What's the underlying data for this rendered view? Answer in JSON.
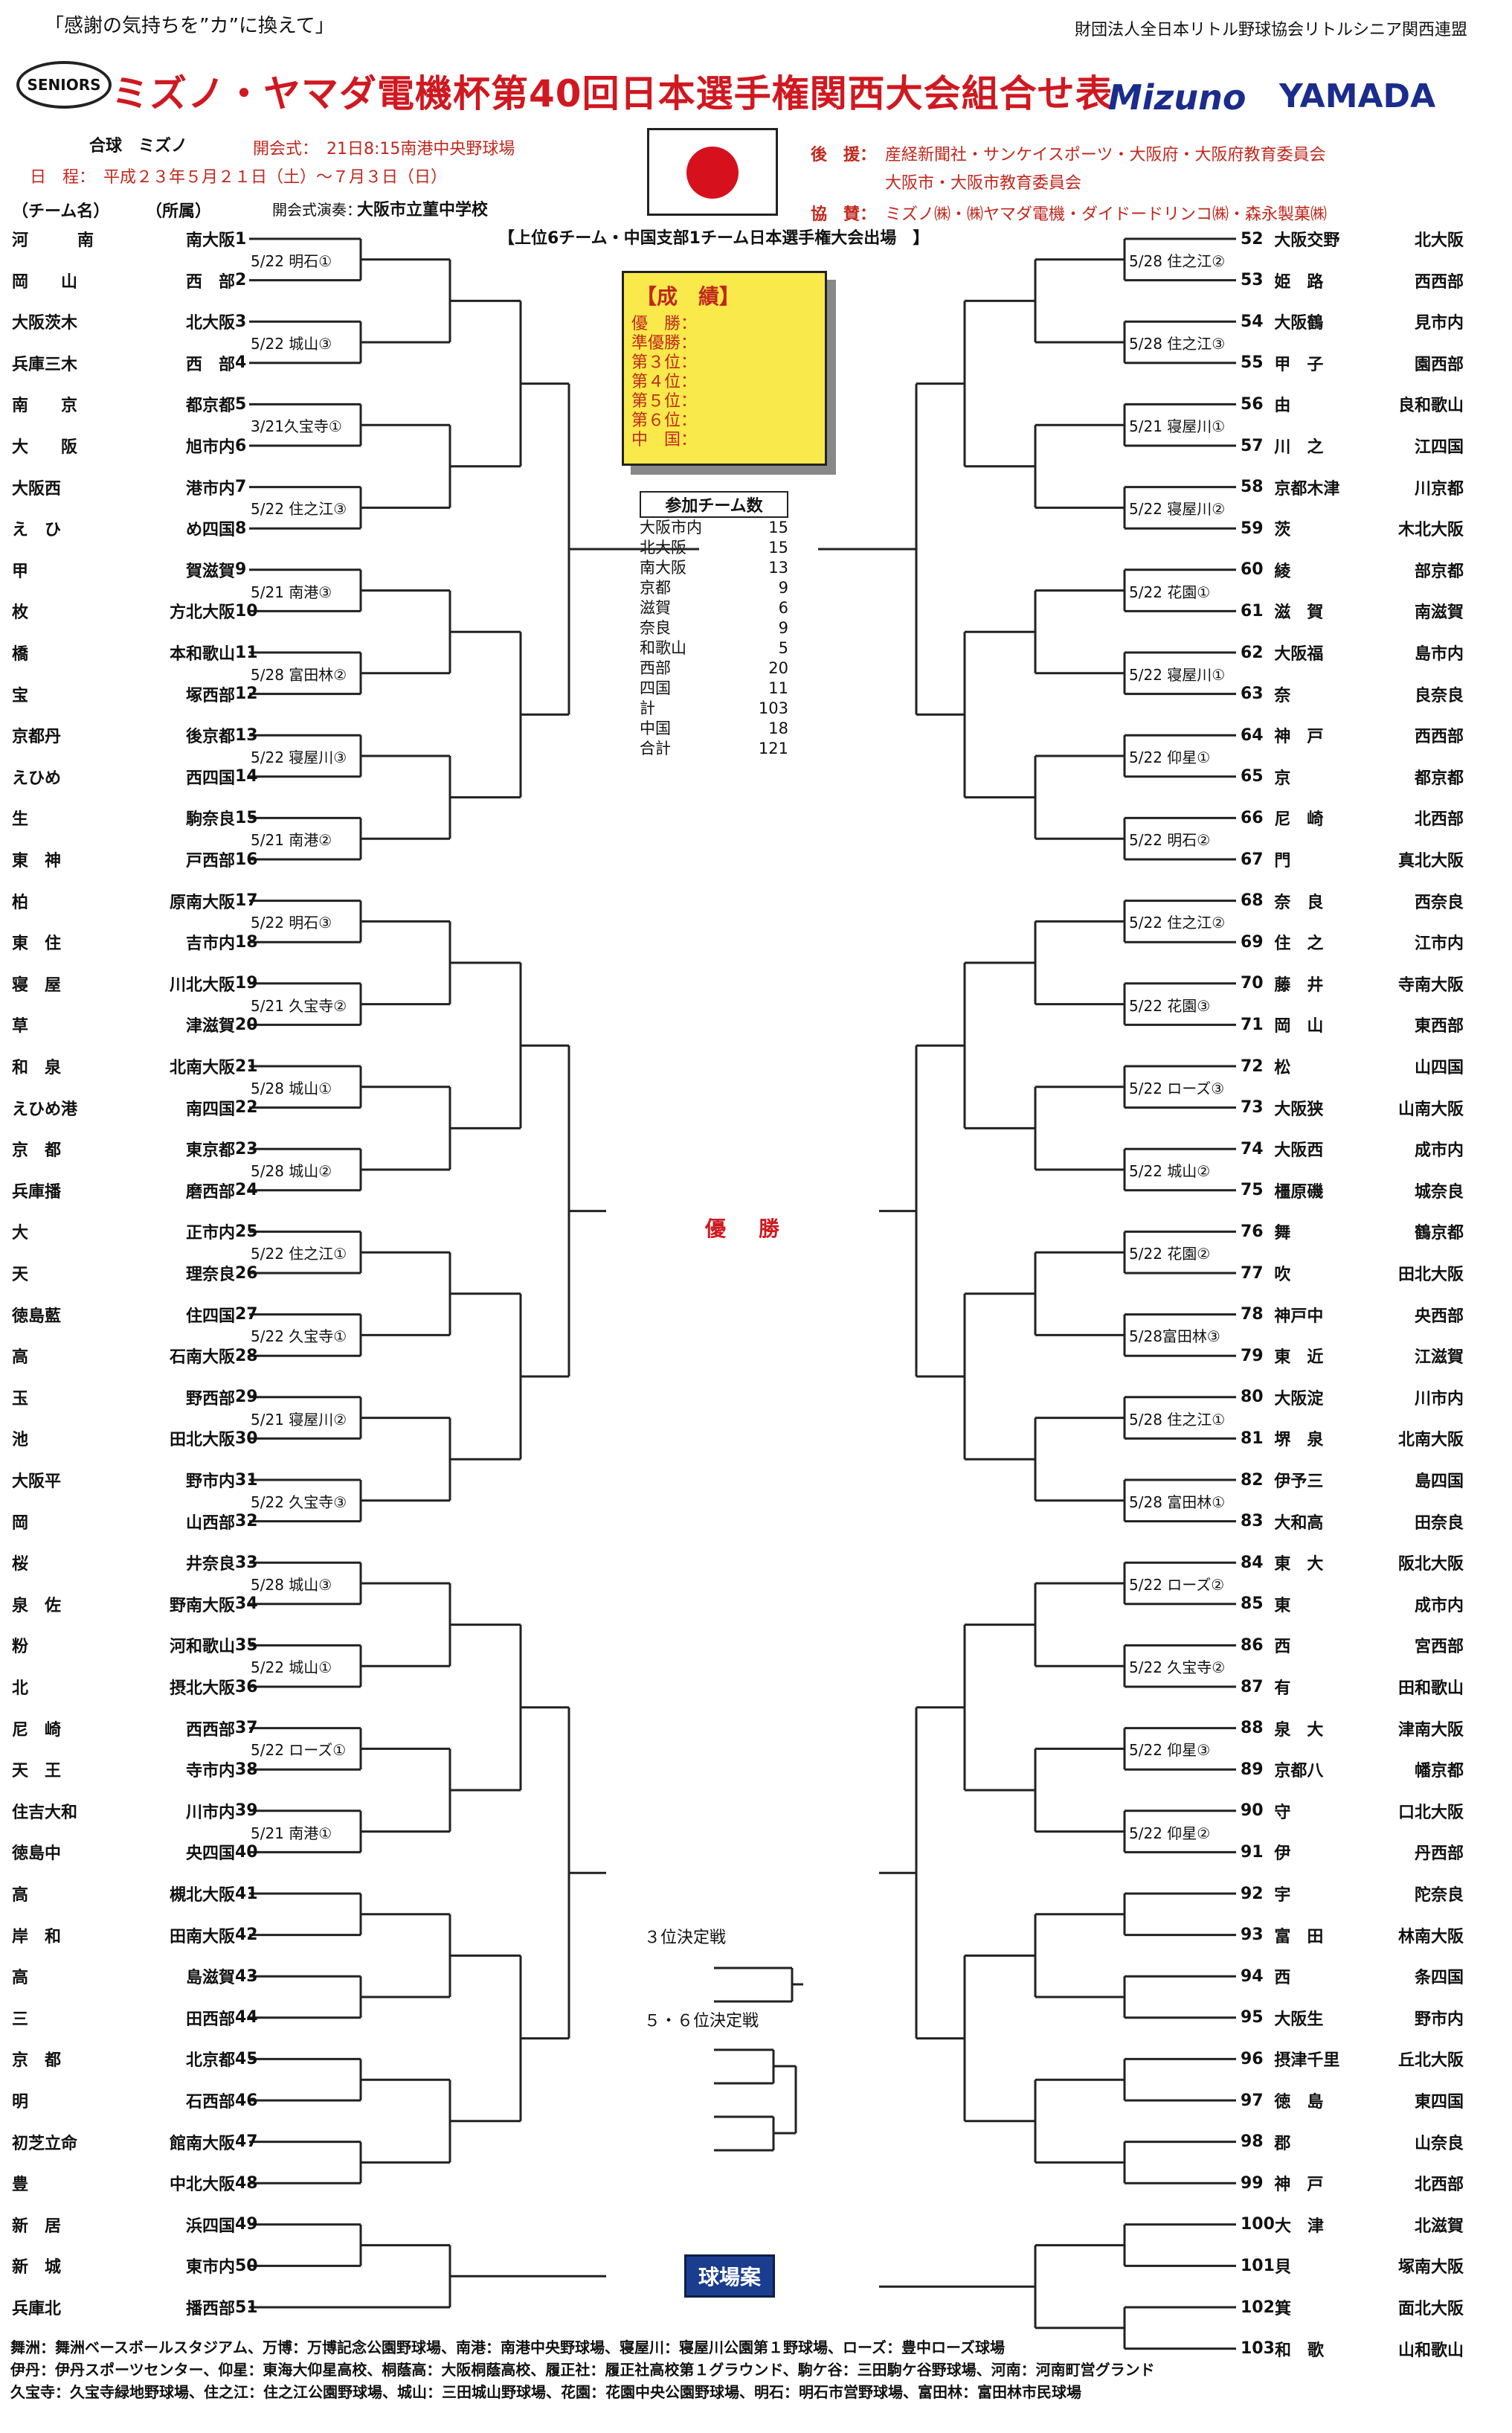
{
  "header": {
    "slogan": "「感謝の気持ちを”カ”に換えて」",
    "association": "財団法人全日本リトル野球協会リトルシニア関西連盟",
    "logo_text": "SENIORS",
    "title": "ミズノ・ヤマダ電機杯第40回日本選手権関西大会組合せ表",
    "brand1": "Mizuno",
    "brand2": "YAMADA",
    "ball": "合球　ミズノ",
    "opening": "開会式：　21日8:15南港中央野球場",
    "schedule": "日　程：　平成２３年５月２１日（土）～７月３日（日）",
    "opening_performance_label": "開会式演奏：",
    "opening_performance": "大阪市立菫中学校",
    "support_label": "後　援：",
    "support1": "産経新聞社・サンケイスポーツ・大阪府・大阪府教育委員会",
    "support2": "大阪市・大阪市教育委員会",
    "cosponsor_label": "協　賛：",
    "cosponsor": "ミズノ㈱・㈱ヤマダ電機・ダイドードリンコ㈱・森永製菓㈱",
    "col_team": "（チーム名）",
    "col_aff": "（所属）",
    "qualify": "【上位6チーム・中国支部1チーム日本選手権大会出場　】"
  },
  "results": {
    "title": "【成　績】",
    "lines": [
      "優　勝：",
      "準優勝：",
      "第３位：",
      "第４位：",
      "第５位：",
      "第６位：",
      "中　国："
    ]
  },
  "counts": {
    "title": "参加チーム数",
    "rows": [
      [
        "大阪市内",
        "15"
      ],
      [
        "北大阪",
        "15"
      ],
      [
        "南大阪",
        "13"
      ],
      [
        "京都",
        "9"
      ],
      [
        "滋賀",
        "6"
      ],
      [
        "奈良",
        "9"
      ],
      [
        "和歌山",
        "5"
      ],
      [
        "西部",
        "20"
      ],
      [
        "四国",
        "11"
      ],
      [
        "計",
        "103"
      ],
      [
        "中国",
        "18"
      ],
      [
        "合計",
        "121"
      ]
    ]
  },
  "left_teams": [
    [
      "河　　　南",
      "南大阪",
      "1"
    ],
    [
      "岡　　山",
      "西　部",
      "2"
    ],
    [
      "大阪茨木",
      "北大阪",
      "3"
    ],
    [
      "兵庫三木",
      "西　部",
      "4"
    ],
    [
      "南　　京",
      "都京都",
      "5"
    ],
    [
      "大　　阪",
      "旭市内",
      "6"
    ],
    [
      "大阪西",
      "港市内",
      "7"
    ],
    [
      "え　ひ",
      "め四国",
      "8"
    ],
    [
      "甲",
      "賀滋賀",
      "9"
    ],
    [
      "枚",
      "方北大阪",
      "10"
    ],
    [
      "橋",
      "本和歌山",
      "11"
    ],
    [
      "宝",
      "塚西部",
      "12"
    ],
    [
      "京都丹",
      "後京都",
      "13"
    ],
    [
      "えひめ",
      "西四国",
      "14"
    ],
    [
      "生",
      "駒奈良",
      "15"
    ],
    [
      "東　神",
      "戸西部",
      "16"
    ],
    [
      "柏",
      "原南大阪",
      "17"
    ],
    [
      "東　住",
      "吉市内",
      "18"
    ],
    [
      "寝　屋",
      "川北大阪",
      "19"
    ],
    [
      "草",
      "津滋賀",
      "20"
    ],
    [
      "和　泉",
      "北南大阪",
      "21"
    ],
    [
      "えひめ港",
      "南四国",
      "22"
    ],
    [
      "京　都",
      "東京都",
      "23"
    ],
    [
      "兵庫播",
      "磨西部",
      "24"
    ],
    [
      "大",
      "正市内",
      "25"
    ],
    [
      "天",
      "理奈良",
      "26"
    ],
    [
      "徳島藍",
      "住四国",
      "27"
    ],
    [
      "高",
      "石南大阪",
      "28"
    ],
    [
      "玉",
      "野西部",
      "29"
    ],
    [
      "池",
      "田北大阪",
      "30"
    ],
    [
      "大阪平",
      "野市内",
      "31"
    ],
    [
      "岡",
      "山西部",
      "32"
    ],
    [
      "桜",
      "井奈良",
      "33"
    ],
    [
      "泉　佐",
      "野南大阪",
      "34"
    ],
    [
      "粉",
      "河和歌山",
      "35"
    ],
    [
      "北",
      "摂北大阪",
      "36"
    ],
    [
      "尼　崎",
      "西西部",
      "37"
    ],
    [
      "天　王",
      "寺市内",
      "38"
    ],
    [
      "住吉大和",
      "川市内",
      "39"
    ],
    [
      "徳島中",
      "央四国",
      "40"
    ],
    [
      "高",
      "槻北大阪",
      "41"
    ],
    [
      "岸　和",
      "田南大阪",
      "42"
    ],
    [
      "高",
      "島滋賀",
      "43"
    ],
    [
      "三",
      "田西部",
      "44"
    ],
    [
      "京　都",
      "北京都",
      "45"
    ],
    [
      "明",
      "石西部",
      "46"
    ],
    [
      "初芝立命",
      "館南大阪",
      "47"
    ],
    [
      "豊",
      "中北大阪",
      "48"
    ],
    [
      "新　居",
      "浜四国",
      "49"
    ],
    [
      "新　城",
      "東市内",
      "50"
    ],
    [
      "兵庫北",
      "播西部",
      "51"
    ]
  ],
  "right_teams": [
    [
      "52",
      "大阪交野",
      "北大阪"
    ],
    [
      "53",
      "姫　路",
      "西西部"
    ],
    [
      "54",
      "大阪鶴",
      "見市内"
    ],
    [
      "55",
      "甲　子",
      "園西部"
    ],
    [
      "56",
      "由",
      "良和歌山"
    ],
    [
      "57",
      "川　之",
      "江四国"
    ],
    [
      "58",
      "京都木津",
      "川京都"
    ],
    [
      "59",
      "茨",
      "木北大阪"
    ],
    [
      "60",
      "綾",
      "部京都"
    ],
    [
      "61",
      "滋　賀",
      "南滋賀"
    ],
    [
      "62",
      "大阪福",
      "島市内"
    ],
    [
      "63",
      "奈",
      "良奈良"
    ],
    [
      "64",
      "神　戸",
      "西西部"
    ],
    [
      "65",
      "京",
      "都京都"
    ],
    [
      "66",
      "尼　崎",
      "北西部"
    ],
    [
      "67",
      "門",
      "真北大阪"
    ],
    [
      "68",
      "奈　良",
      "西奈良"
    ],
    [
      "69",
      "住　之",
      "江市内"
    ],
    [
      "70",
      "藤　井",
      "寺南大阪"
    ],
    [
      "71",
      "岡　山",
      "東西部"
    ],
    [
      "72",
      "松",
      "山四国"
    ],
    [
      "73",
      "大阪狭",
      "山南大阪"
    ],
    [
      "74",
      "大阪西",
      "成市内"
    ],
    [
      "75",
      "橿原磯",
      "城奈良"
    ],
    [
      "76",
      "舞",
      "鶴京都"
    ],
    [
      "77",
      "吹",
      "田北大阪"
    ],
    [
      "78",
      "神戸中",
      "央西部"
    ],
    [
      "79",
      "東　近",
      "江滋賀"
    ],
    [
      "80",
      "大阪淀",
      "川市内"
    ],
    [
      "81",
      "堺　泉",
      "北南大阪"
    ],
    [
      "82",
      "伊予三",
      "島四国"
    ],
    [
      "83",
      "大和高",
      "田奈良"
    ],
    [
      "84",
      "東　大",
      "阪北大阪"
    ],
    [
      "85",
      "東",
      "成市内"
    ],
    [
      "86",
      "西",
      "宮西部"
    ],
    [
      "87",
      "有",
      "田和歌山"
    ],
    [
      "88",
      "泉　大",
      "津南大阪"
    ],
    [
      "89",
      "京都八",
      "幡京都"
    ],
    [
      "90",
      "守",
      "口北大阪"
    ],
    [
      "91",
      "伊",
      "丹西部"
    ],
    [
      "92",
      "宇",
      "陀奈良"
    ],
    [
      "93",
      "富　田",
      "林南大阪"
    ],
    [
      "94",
      "西",
      "条四国"
    ],
    [
      "95",
      "大阪生",
      "野市内"
    ],
    [
      "96",
      "摂津千里",
      "丘北大阪"
    ],
    [
      "97",
      "徳　島",
      "東四国"
    ],
    [
      "98",
      "郡",
      "山奈良"
    ],
    [
      "99",
      "神　戸",
      "北西部"
    ],
    [
      "100",
      "大　津",
      "北滋賀"
    ],
    [
      "101",
      "貝",
      "塚南大阪"
    ],
    [
      "102",
      "箕",
      "面北大阪"
    ],
    [
      "103",
      "和　歌",
      "山和歌山"
    ]
  ],
  "left_matches": [
    "5/22 明石①",
    "5/22 城山③",
    "3/21久宝寺①",
    "5/22 住之江③",
    "5/21 南港③",
    "5/28 富田林②",
    "5/22 寝屋川③",
    "5/21 南港②",
    "5/22 明石③",
    "5/21 久宝寺②",
    "5/28 城山①",
    "5/28 城山②",
    "5/22 住之江①",
    "5/22 久宝寺①",
    "5/21 寝屋川②",
    "5/22 久宝寺③",
    "5/28 城山③",
    "5/22 城山①",
    "5/22 ローズ①",
    "5/21 南港①"
  ],
  "right_matches": [
    "5/28 住之江②",
    "5/28 住之江③",
    "5/21 寝屋川①",
    "5/22 寝屋川②",
    "5/22 花園①",
    "5/22 寝屋川①",
    "5/22 仰星①",
    "5/22 明石②",
    "5/22 住之江②",
    "5/22 花園③",
    "5/22 ローズ③",
    "5/22 城山②",
    "5/22 花園②",
    "5/28富田林③",
    "5/28 住之江①",
    "5/28 富田林①",
    "5/22 ローズ②",
    "5/22 久宝寺②",
    "5/22 仰星③",
    "5/22 仰星②"
  ],
  "final_label": "優　勝",
  "third_label": "３位決定戦",
  "fifth_label": "５・６位決定戦",
  "guide_label": "球場案",
  "footer": [
    "舞洲：舞洲ベースボールスタジアム、万博：万博記念公園野球場、南港：南港中央野球場、寝屋川：寝屋川公園第１野球場、ローズ：豊中ローズ球場",
    "伊丹：伊丹スポーツセンター、仰星：東海大仰星高校、桐蔭高：大阪桐蔭高校、履正社：履正社高校第１グラウンド、駒ケ谷：三田駒ケ谷野球場、河南：河南町営グランド",
    "久宝寺：久宝寺緑地野球場、住之江：住之江公園野球場、城山：三田城山野球場、花園：花園中央公園野球場、明石：明石市営野球場、富田林：富田林市民球場"
  ]
}
